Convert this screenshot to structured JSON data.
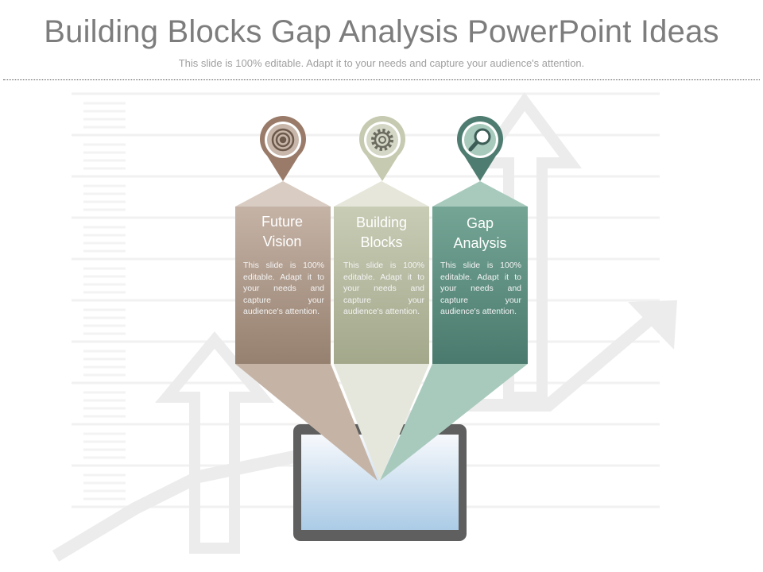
{
  "header": {
    "title": "Building Blocks Gap Analysis PowerPoint Ideas",
    "subtitle": "This slide is 100% editable. Adapt it to your needs and capture your audience's attention."
  },
  "columns": [
    {
      "title_line1": "Future",
      "title_line2": "Vision",
      "icon": "target-icon",
      "color": "#9a8170",
      "body": "This slide is 100% editable. Adapt it to your needs and capture your audience's attention."
    },
    {
      "title_line1": "Building",
      "title_line2": "Blocks",
      "icon": "gear-icon",
      "color": "#a8ad90",
      "body": "This slide is 100% editable. Adapt it to your needs and capture your audience's attention."
    },
    {
      "title_line1": "Gap",
      "title_line2": "Analysis",
      "icon": "magnifier-icon",
      "color": "#4e7d71",
      "body": "This slide is 100% editable. Adapt it to your needs and capture your audience's attention."
    }
  ]
}
